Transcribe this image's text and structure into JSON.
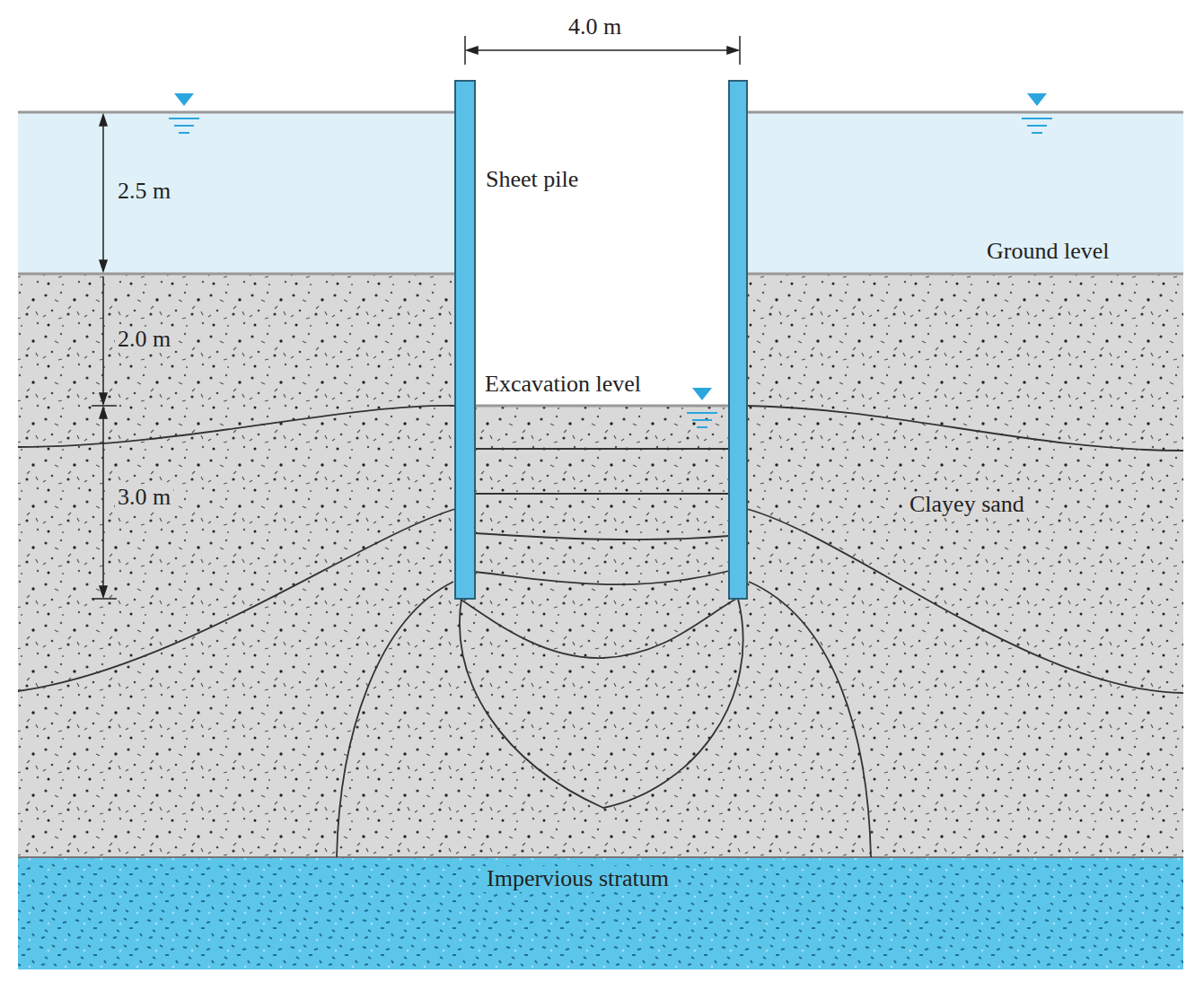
{
  "diagram": {
    "nodes": [
      {
        "text": [
          "Clayey sand"
        ]
      },
      {
        "text": [
          "Impervious stratum"
        ]
      }
    ],
    "labels": [
      "4.0 m",
      "Sheet pile",
      "2.5 m",
      "Ground level",
      "2.0 m",
      "Excavation level",
      "3.0 m"
    ]
  }
}
